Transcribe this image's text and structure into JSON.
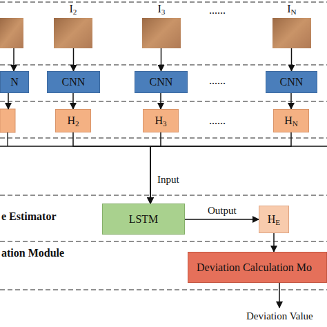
{
  "diagram": {
    "nodes": [
      {
        "text": [
          "I2"
        ]
      },
      {
        "text": [
          "I3"
        ]
      },
      {
        "text": [
          "IN"
        ]
      },
      {
        "text": [
          "N"
        ]
      },
      {
        "text": [
          "CNN"
        ]
      },
      {
        "text": [
          "CNN"
        ]
      },
      {
        "text": [
          "CNN"
        ]
      },
      {
        "text": [
          "H2"
        ]
      },
      {
        "text": [
          "H3"
        ]
      },
      {
        "text": [
          "HN"
        ]
      },
      {
        "text": [
          "LSTM"
        ]
      },
      {
        "text": [
          "HE"
        ]
      },
      {
        "text": [
          "Deviation Calculation Mo"
        ]
      }
    ],
    "edges": [
      {
        "from": 0,
        "to": 4,
        "arrow": "to"
      },
      {
        "from": 1,
        "to": 5,
        "arrow": "to"
      },
      {
        "from": 2,
        "to": 6,
        "arrow": "to"
      },
      {
        "from": 4,
        "to": 7,
        "arrow": "to"
      },
      {
        "from": 5,
        "to": 8,
        "arrow": "to"
      },
      {
        "from": 6,
        "to": 9,
        "arrow": "to"
      },
      {
        "from": 7,
        "to": 10,
        "arrow": "to"
      },
      {
        "from": 8,
        "to": 10,
        "arrow": "to"
      },
      {
        "from": 9,
        "to": 10,
        "arrow": "to"
      },
      {
        "from": 10,
        "to": 11,
        "label": "Output",
        "arrow": "to"
      },
      {
        "from": 11,
        "to": 12,
        "arrow": "to"
      }
    ],
    "labels": [
      "......",
      "......",
      "......",
      "Input",
      "e Estimator",
      "ation Module",
      "Deviation Value"
    ]
  }
}
